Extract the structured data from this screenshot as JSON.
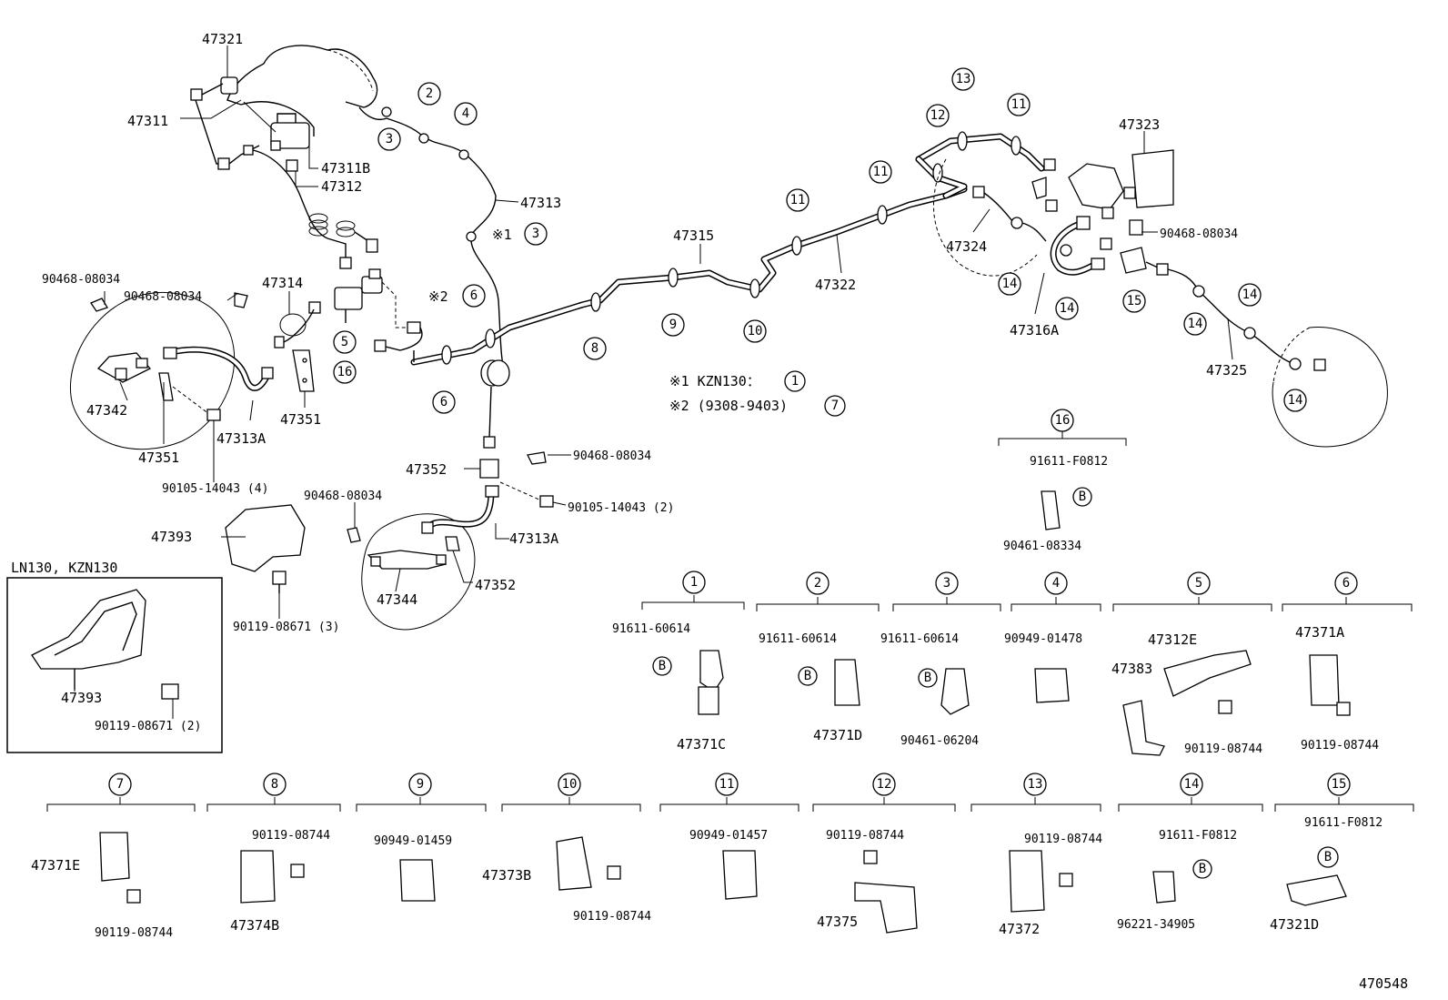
{
  "diagram_id": "470548",
  "notes": {
    "note1": "※1 KZN130：",
    "note1_ref": "1",
    "note2": "※2 (9308-9403)",
    "note2_ref": "7"
  },
  "inset": {
    "title": "LN130, KZN130",
    "part": "47393",
    "bolt": "90119-08671 (2)"
  },
  "labels": {
    "p47321": "47321",
    "p47311": "47311",
    "p47311b": "47311B",
    "p47312": "47312",
    "p47313": "47313",
    "p47315": "47315",
    "p47322": "47322",
    "p47323": "47323",
    "p47324": "47324",
    "p47316a": "47316A",
    "p47325": "47325",
    "p47314": "47314",
    "p47342": "47342",
    "p47351a": "47351",
    "p47351b": "47351",
    "p47313a_l": "47313A",
    "p47313a_r": "47313A",
    "p47352a": "47352",
    "p47352b": "47352",
    "p47393": "47393",
    "p47344": "47344",
    "clipA": "90468-08034",
    "clipB": "90468-08034",
    "clipC": "90468-08034",
    "clipD": "90468-08034",
    "clipE": "90468-08034",
    "bolt4": "90105-14043 (4)",
    "bolt2": "90105-14043 (2)",
    "bolt3": "90119-08671 (3)",
    "s1_mark": "※1",
    "s2_mark": "※2"
  },
  "callouts": {
    "c2": "2",
    "c3a": "3",
    "c4": "4",
    "c3b": "3",
    "c6a": "6",
    "c6b": "6",
    "c8": "8",
    "c9": "9",
    "c10": "10",
    "c11a": "11",
    "c11b": "11",
    "c11c": "11",
    "c12": "12",
    "c13": "13",
    "c14a": "14",
    "c14b": "14",
    "c14c": "14",
    "c14d": "14",
    "c15": "15",
    "c5": "5",
    "c16": "16"
  },
  "groups": {
    "g16": {
      "num": "16",
      "a": "91611-F0812",
      "b": "B",
      "c": "90461-08334"
    },
    "g1": {
      "num": "1",
      "a": "91611-60614",
      "b": "B",
      "c": "47371C"
    },
    "g2": {
      "num": "2",
      "a": "91611-60614",
      "b": "B",
      "c": "47371D"
    },
    "g3": {
      "num": "3",
      "a": "91611-60614",
      "b": "B",
      "c": "90461-06204"
    },
    "g4": {
      "num": "4",
      "a": "90949-01478"
    },
    "g5": {
      "num": "5",
      "a": "47312E",
      "b": "47383",
      "c": "90119-08744"
    },
    "g6": {
      "num": "6",
      "a": "47371A",
      "b": "90119-08744"
    },
    "g7": {
      "num": "7",
      "a": "47371E",
      "b": "90119-08744"
    },
    "g8": {
      "num": "8",
      "a": "90119-08744",
      "b": "47374B"
    },
    "g9": {
      "num": "9",
      "a": "90949-01459"
    },
    "g10": {
      "num": "10",
      "a": "47373B",
      "b": "90119-08744"
    },
    "g11": {
      "num": "11",
      "a": "90949-01457"
    },
    "g12": {
      "num": "12",
      "a": "90119-08744",
      "b": "47375"
    },
    "g13": {
      "num": "13",
      "a": "90119-08744",
      "b": "47372"
    },
    "g14": {
      "num": "14",
      "a": "91611-F0812",
      "b": "B",
      "c": "96221-34905"
    },
    "g15": {
      "num": "15",
      "a": "91611-F0812",
      "b": "B",
      "c": "47321D"
    }
  }
}
